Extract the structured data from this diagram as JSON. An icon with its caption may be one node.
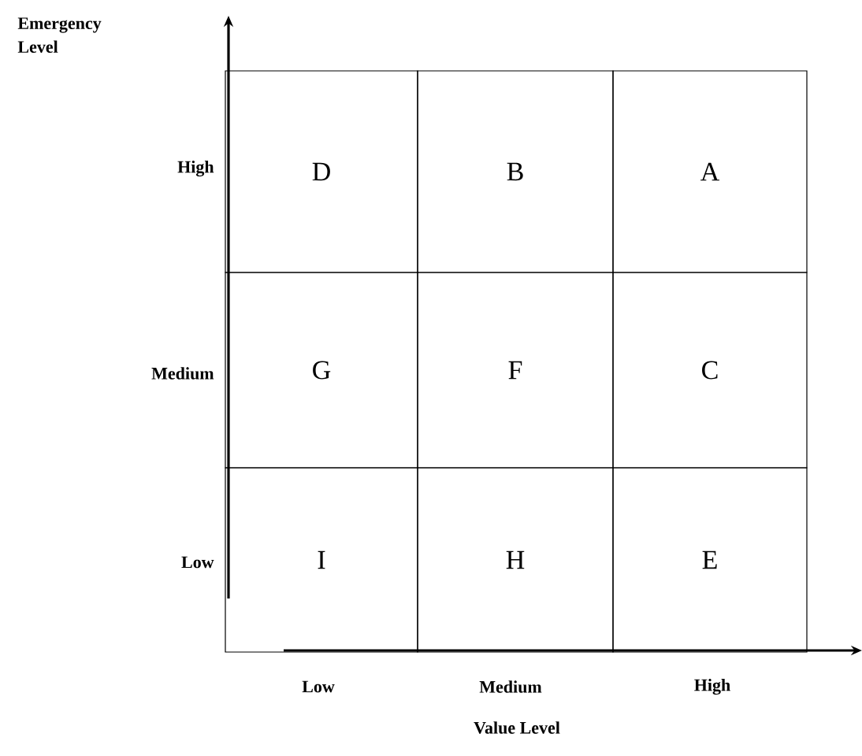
{
  "diagram": {
    "nodes": [
      {
        "text": [
          "D"
        ]
      },
      {
        "text": [
          "B"
        ]
      },
      {
        "text": [
          "A"
        ]
      },
      {
        "text": [
          "G"
        ]
      },
      {
        "text": [
          "F"
        ]
      },
      {
        "text": [
          "C"
        ]
      },
      {
        "text": [
          "I"
        ]
      },
      {
        "text": [
          "H"
        ]
      },
      {
        "text": [
          "E"
        ]
      }
    ],
    "labels": [
      "Emergency Level",
      "High",
      "Medium",
      "Low",
      "Low",
      "Medium",
      "High",
      "Value Level"
    ]
  }
}
